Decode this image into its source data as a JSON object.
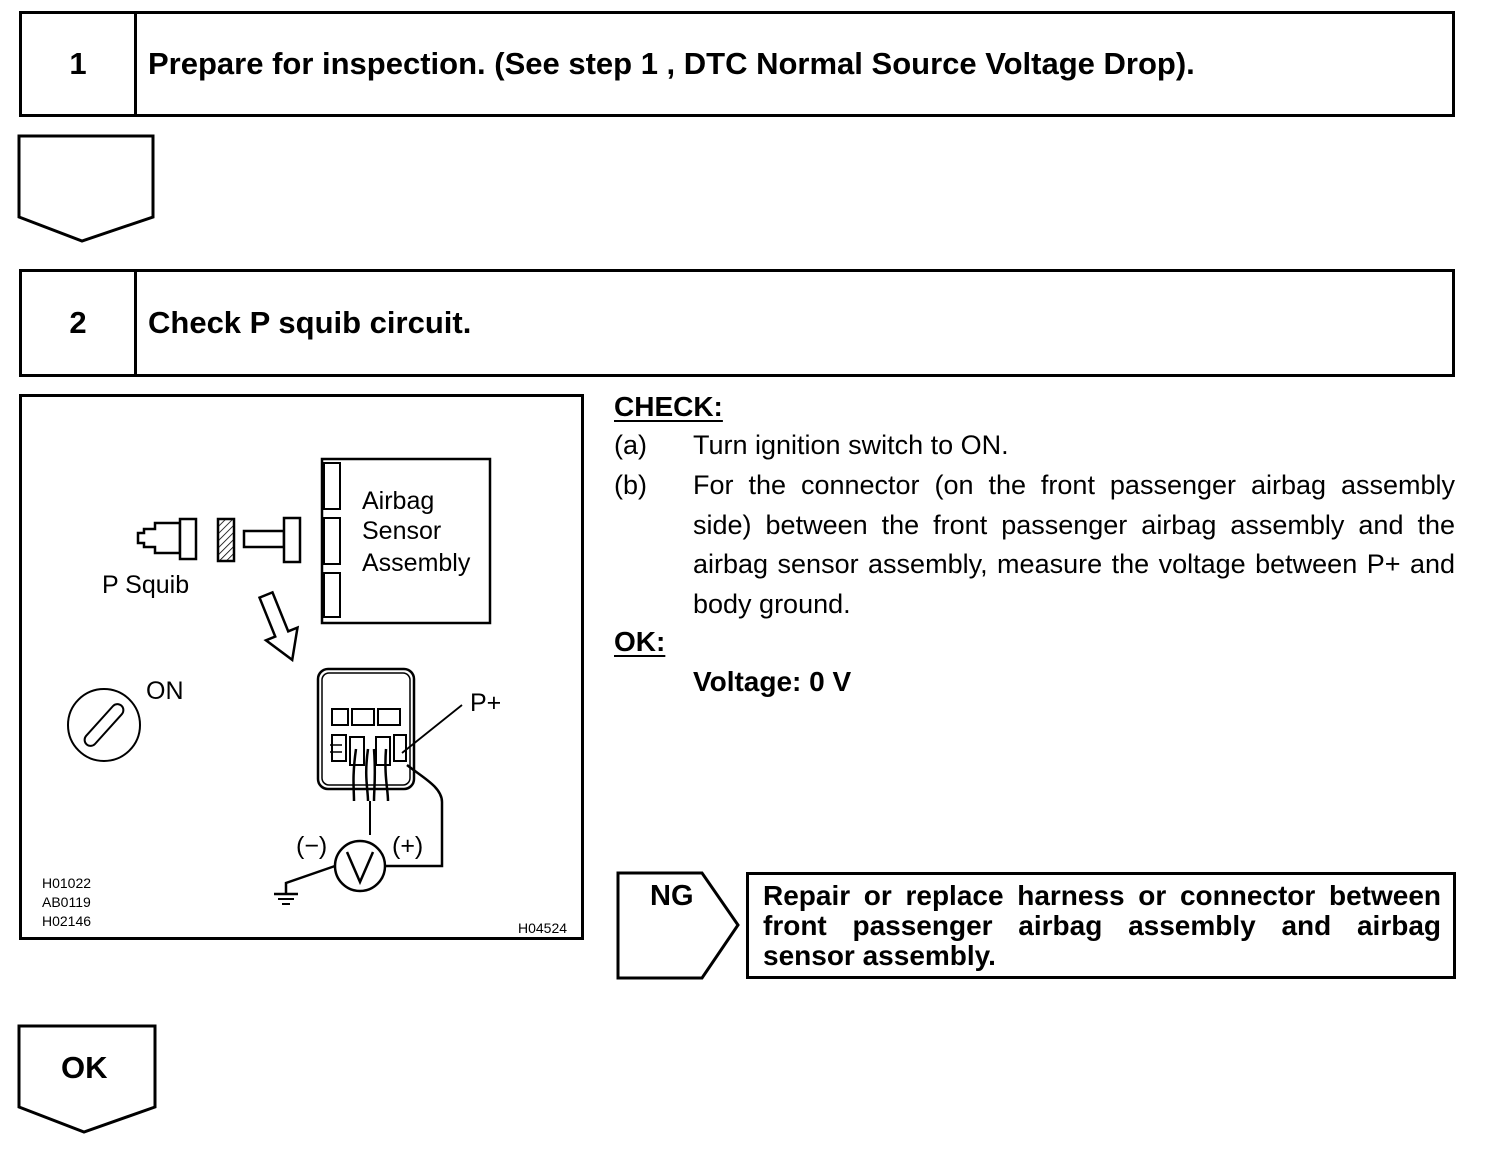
{
  "steps": [
    {
      "number": "1",
      "title": "Prepare for inspection. (See step 1 , DTC Normal Source Voltage Drop)."
    },
    {
      "number": "2",
      "title": "Check P squib circuit."
    }
  ],
  "diagram": {
    "labels": {
      "airbag_line1": "Airbag",
      "airbag_line2": "Sensor",
      "airbag_line3": "Assembly",
      "p_squib": "P Squib",
      "on": "ON",
      "p_plus": "P+",
      "minus": "(−)",
      "plus": "(+)"
    },
    "ref_codes": [
      "H01022",
      "AB0119",
      "H02146"
    ],
    "figure_code": "H04524"
  },
  "check": {
    "heading": "CHECK:",
    "items": [
      {
        "mark": "(a)",
        "text": "Turn ignition switch to ON."
      },
      {
        "mark": "(b)",
        "text": "For the connector (on the front passenger airbag assembly side) between the front passenger airbag assembly and the airbag sensor assembly, measure the voltage between P+ and body ground."
      }
    ]
  },
  "ok": {
    "heading": "OK:",
    "value": "Voltage: 0 V"
  },
  "ng": {
    "label": "NG",
    "text": "Repair or replace harness or connector between front passenger airbag assembly and airbag sensor assembly."
  },
  "ok_result": {
    "label": "OK"
  }
}
